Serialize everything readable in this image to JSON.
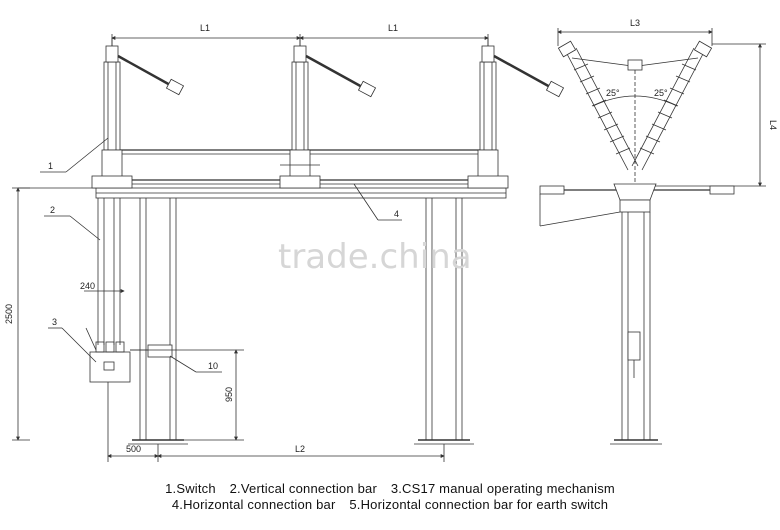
{
  "dimensions": {
    "l1_left": "L1",
    "l1_right": "L1",
    "l3": "L3",
    "l4": "L4",
    "l2": "L2",
    "height_total": "2500",
    "spacing_240": "240",
    "height_950": "950",
    "offset_500": "500",
    "angle_left": "25°",
    "angle_right": "25°"
  },
  "callouts": {
    "c1": "1",
    "c2": "2",
    "c3": "3",
    "c4": "4",
    "c10": "10"
  },
  "watermark": "trade.china",
  "legend": {
    "line1": [
      "1.Switch",
      "2.Vertical connection bar",
      "3.CS17 manual operating mechanism"
    ],
    "line2": [
      "4.Horizontal connection bar",
      "5.Horizontal connection bar for earth switch"
    ]
  }
}
